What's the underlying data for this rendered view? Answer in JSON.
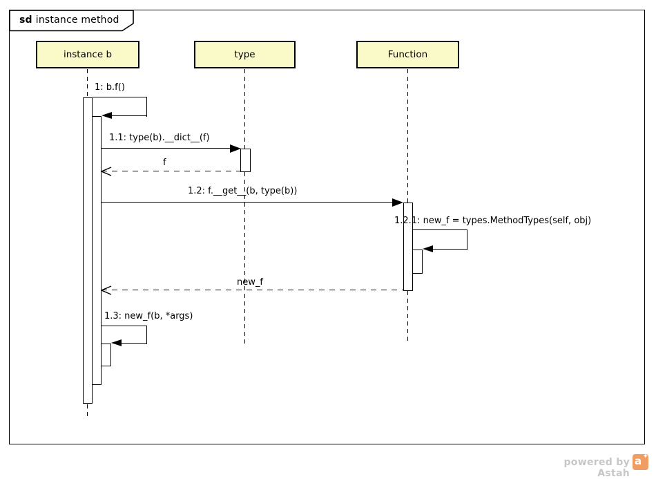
{
  "frame": {
    "title_keyword": "sd",
    "title_name": "instance method"
  },
  "lifelines": [
    {
      "id": "instance-b",
      "label": "instance b"
    },
    {
      "id": "type",
      "label": "type"
    },
    {
      "id": "function",
      "label": "Function"
    }
  ],
  "messages": [
    {
      "id": "1",
      "type": "self-call",
      "label": "1: b.f()"
    },
    {
      "id": "1.1",
      "type": "sync-call",
      "label": "1.1: type(b).__dict__(f)"
    },
    {
      "id": "ret-f",
      "type": "return",
      "label": "f"
    },
    {
      "id": "1.2",
      "type": "sync-call",
      "label": "1.2: f.__get__(b, type(b))"
    },
    {
      "id": "1.2.1",
      "type": "self-call",
      "label": "1.2.1: new_f = types.MethodTypes(self, obj)"
    },
    {
      "id": "ret-new-f",
      "type": "return",
      "label": "new_f"
    },
    {
      "id": "1.3",
      "type": "self-call",
      "label": "1.3: new_f(b, *args)"
    }
  ],
  "watermark": {
    "text": "powered by Astah",
    "logo_letter": "a",
    "logo_star": "✦"
  },
  "colors": {
    "line": "#000000",
    "lifeline_fill": "#FAFAC8",
    "watermark_text": "#C7C7C7",
    "logo_orange": "#EF9D62"
  }
}
